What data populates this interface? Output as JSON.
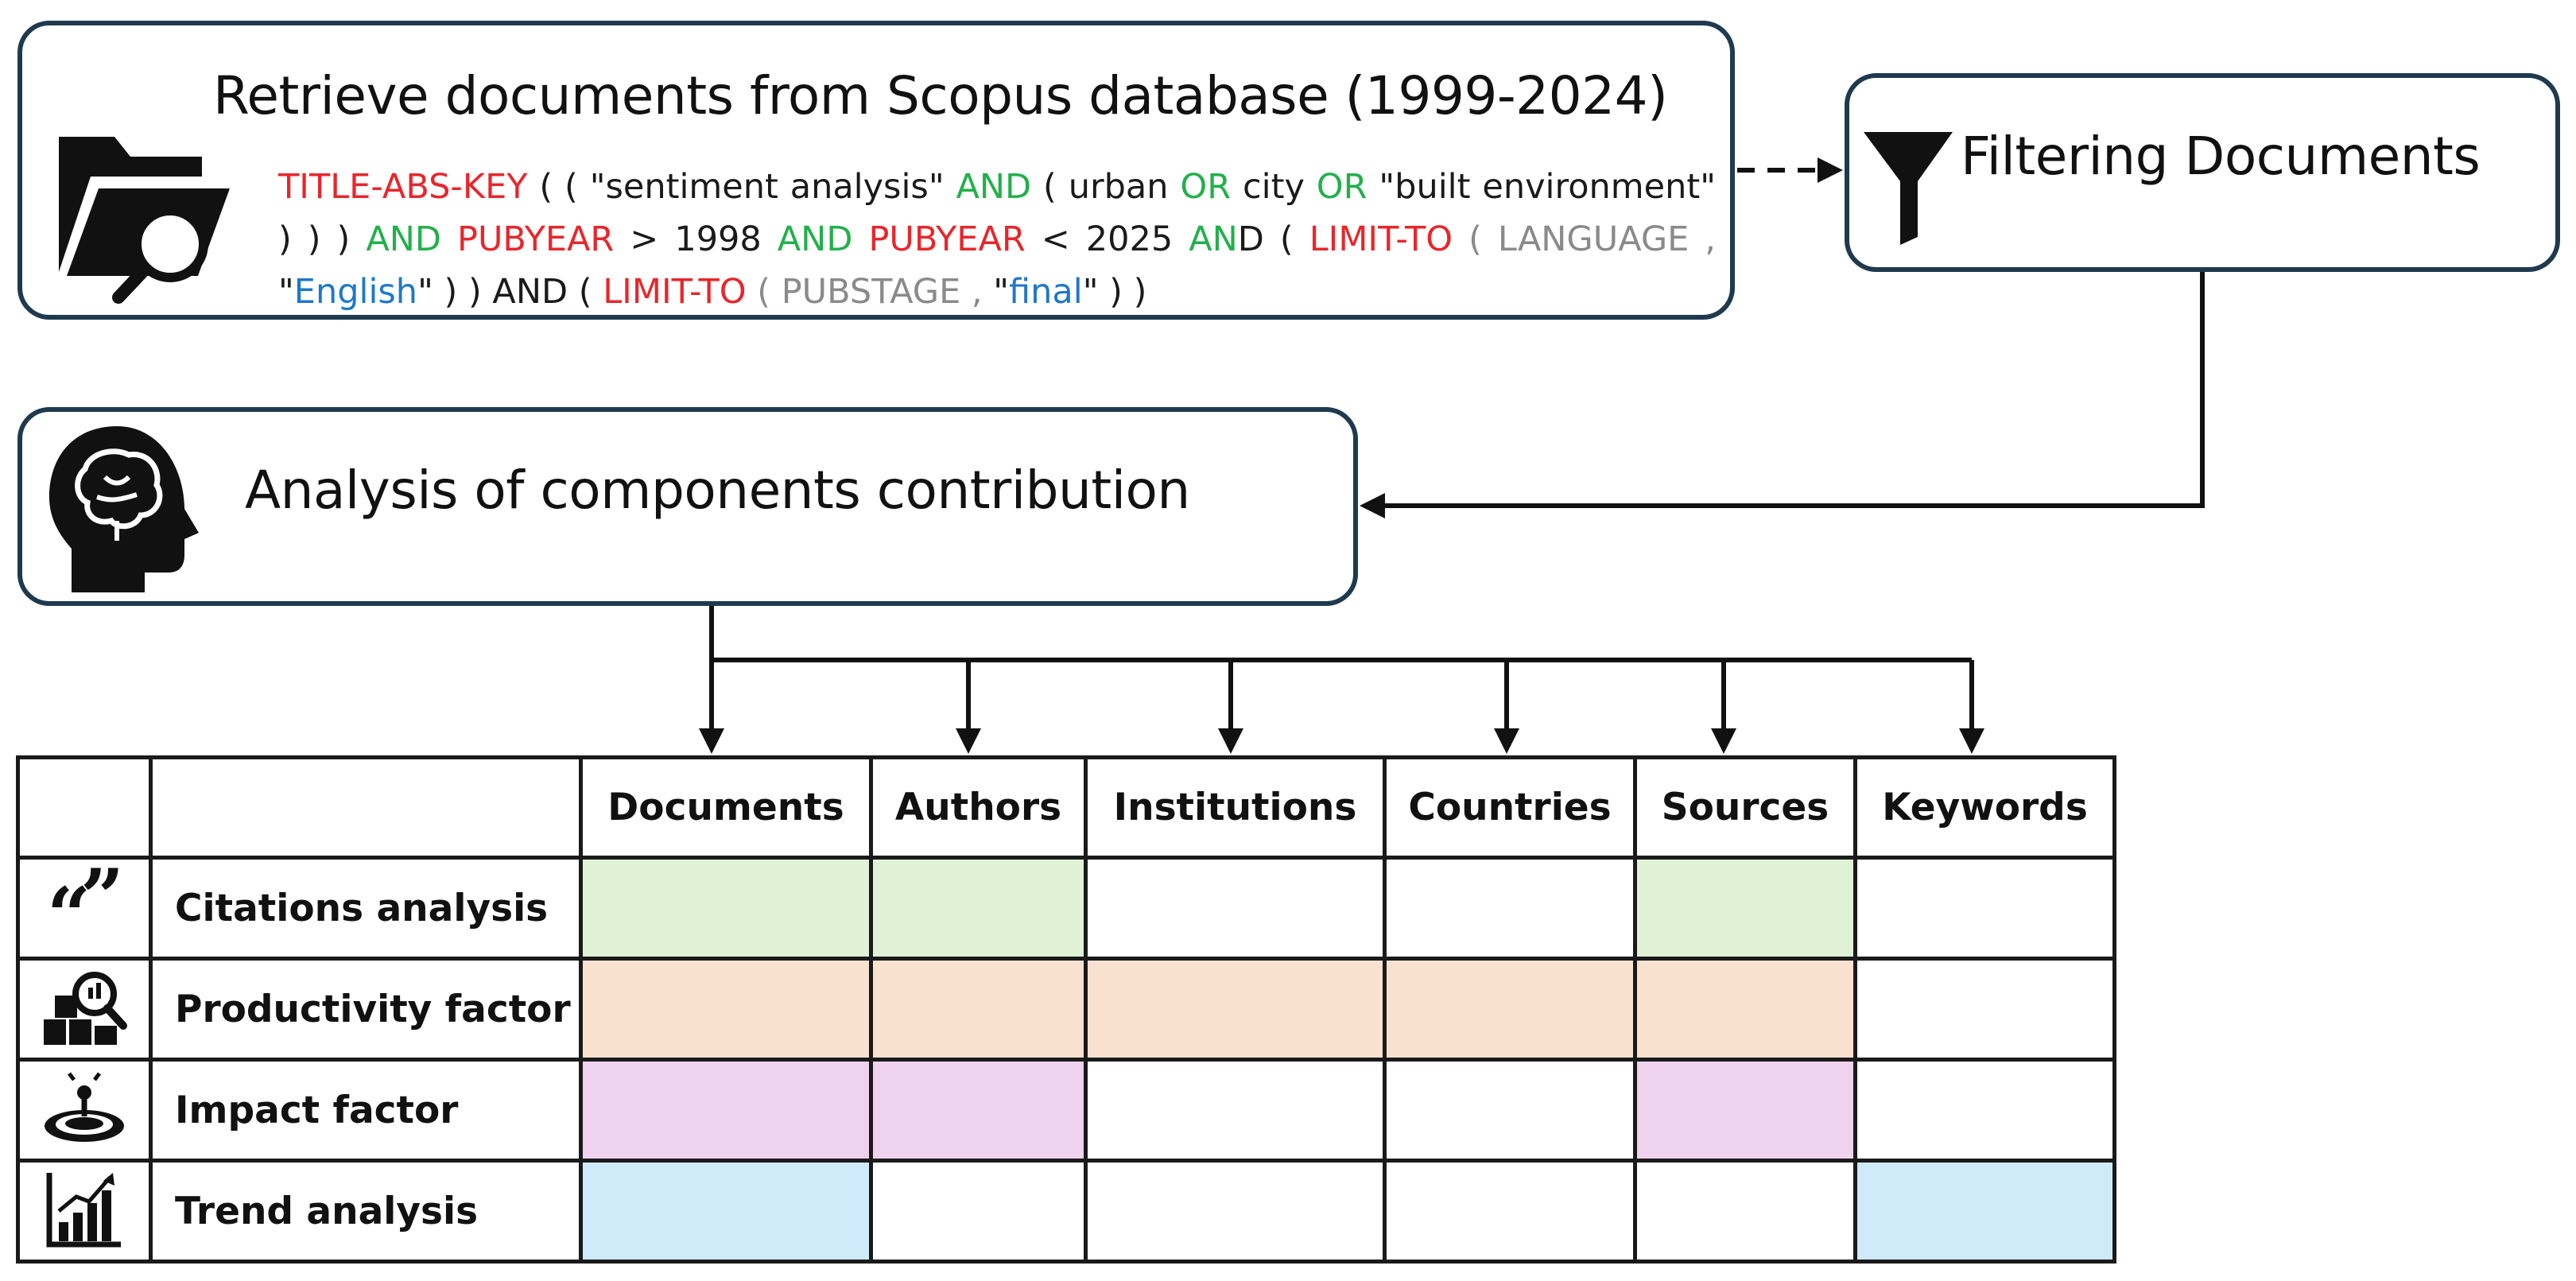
{
  "retrieve": {
    "title": "Retrieve documents from Scopus database (1999-2024)",
    "query": [
      {
        "t": "TITLE-ABS-KEY",
        "c": "red"
      },
      {
        "t": " ( ( \"sentiment analysis\" ",
        "c": "dark"
      },
      {
        "t": "AND",
        "c": "green"
      },
      {
        "t": " ( urban ",
        "c": "dark"
      },
      {
        "t": "OR",
        "c": "green"
      },
      {
        "t": " city ",
        "c": "dark"
      },
      {
        "t": "OR",
        "c": "green"
      },
      {
        "t": " \"built environment\" ) ) ) ",
        "c": "dark"
      },
      {
        "t": "AND",
        "c": "green"
      },
      {
        "t": " ",
        "c": "dark"
      },
      {
        "t": "PUBYEAR",
        "c": "red"
      },
      {
        "t": " > 1998 ",
        "c": "dark"
      },
      {
        "t": "AND",
        "c": "green"
      },
      {
        "t": " ",
        "c": "dark"
      },
      {
        "t": "PUBYEAR",
        "c": "red"
      },
      {
        "t": " < 2025 ",
        "c": "dark"
      },
      {
        "t": "AN",
        "c": "green"
      },
      {
        "t": "D ( ",
        "c": "dark"
      },
      {
        "t": "LIMIT-TO",
        "c": "red"
      },
      {
        "t": " ( LANGUAGE , ",
        "c": "gray"
      },
      {
        "t": "\"",
        "c": "dark"
      },
      {
        "t": "English",
        "c": "blue"
      },
      {
        "t": "\" ) ) AND ( ",
        "c": "dark"
      },
      {
        "t": "LIMIT-TO",
        "c": "red"
      },
      {
        "t": " ( PUBSTAGE , ",
        "c": "gray"
      },
      {
        "t": "\"",
        "c": "dark"
      },
      {
        "t": "final",
        "c": "blue"
      },
      {
        "t": "\" ) )",
        "c": "dark"
      }
    ]
  },
  "filter": {
    "title": "Filtering Documents"
  },
  "analysis": {
    "title": "Analysis of components contribution"
  },
  "table": {
    "columns": [
      "",
      "",
      "Documents",
      "Authors",
      "Institutions",
      "Countries",
      "Sources",
      "Keywords"
    ],
    "rows": [
      {
        "icon": "quote-icon",
        "label": "Citations analysis",
        "cells": [
          "g",
          "g",
          "",
          "",
          "g",
          ""
        ]
      },
      {
        "icon": "productivity-icon",
        "label": "Productivity factor",
        "cells": [
          "o",
          "o",
          "o",
          "o",
          "o",
          ""
        ]
      },
      {
        "icon": "impact-icon",
        "label": "Impact factor",
        "cells": [
          "p",
          "p",
          "",
          "",
          "p",
          ""
        ]
      },
      {
        "icon": "trend-chart-icon",
        "label": "Trend analysis",
        "cells": [
          "b",
          "",
          "",
          "",
          "",
          "b"
        ]
      }
    ]
  },
  "icons": {
    "retrieve": "folder-search-icon",
    "filter": "funnel-icon",
    "analysis": "brain-head-icon"
  },
  "colors": {
    "box_border": "#1f3a4f",
    "query_keyword": "#e8262b",
    "query_operator": "#22b04b",
    "query_value": "#1f78c8",
    "query_field": "#8a8a8a",
    "citations_fill": "#dff2d6",
    "productivity_fill": "#f9e1d0",
    "impact_fill": "#eed2ee",
    "trend_fill": "#cfeaf8"
  }
}
